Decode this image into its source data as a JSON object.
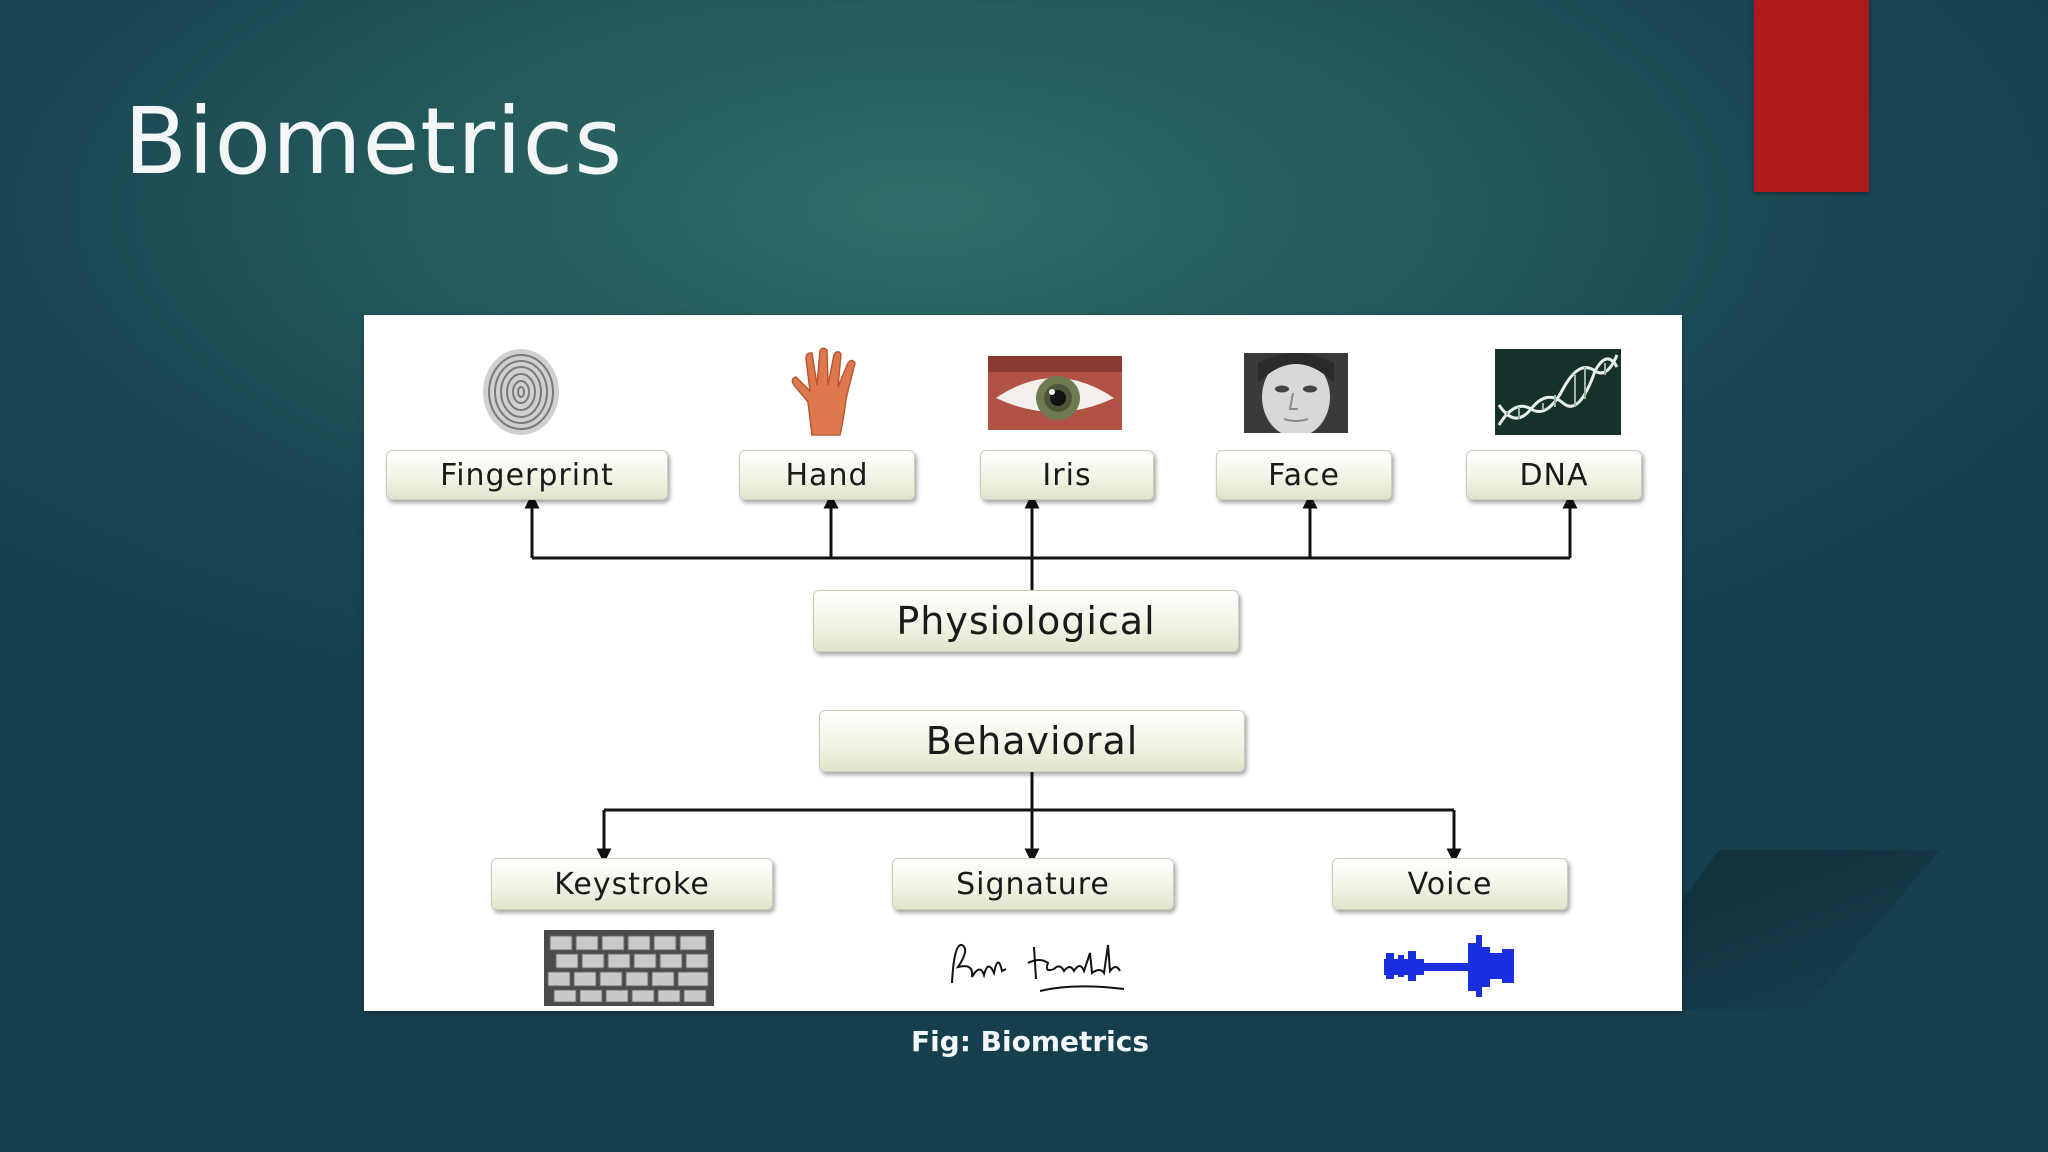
{
  "slide": {
    "title": "Biometrics",
    "caption": "Fig: Biometrics",
    "accent_color": "#b0191a"
  },
  "diagram": {
    "physiological": {
      "label": "Physiological",
      "children": [
        "Fingerprint",
        "Hand",
        "Iris",
        "Face",
        "DNA"
      ],
      "icons": [
        "fingerprint-icon",
        "hand-icon",
        "eye-icon",
        "face-icon",
        "dna-icon"
      ]
    },
    "behavioral": {
      "label": "Behavioral",
      "children": [
        "Keystroke",
        "Signature",
        "Voice"
      ],
      "icons": [
        "keyboard-icon",
        "signature-icon",
        "waveform-icon"
      ]
    }
  }
}
